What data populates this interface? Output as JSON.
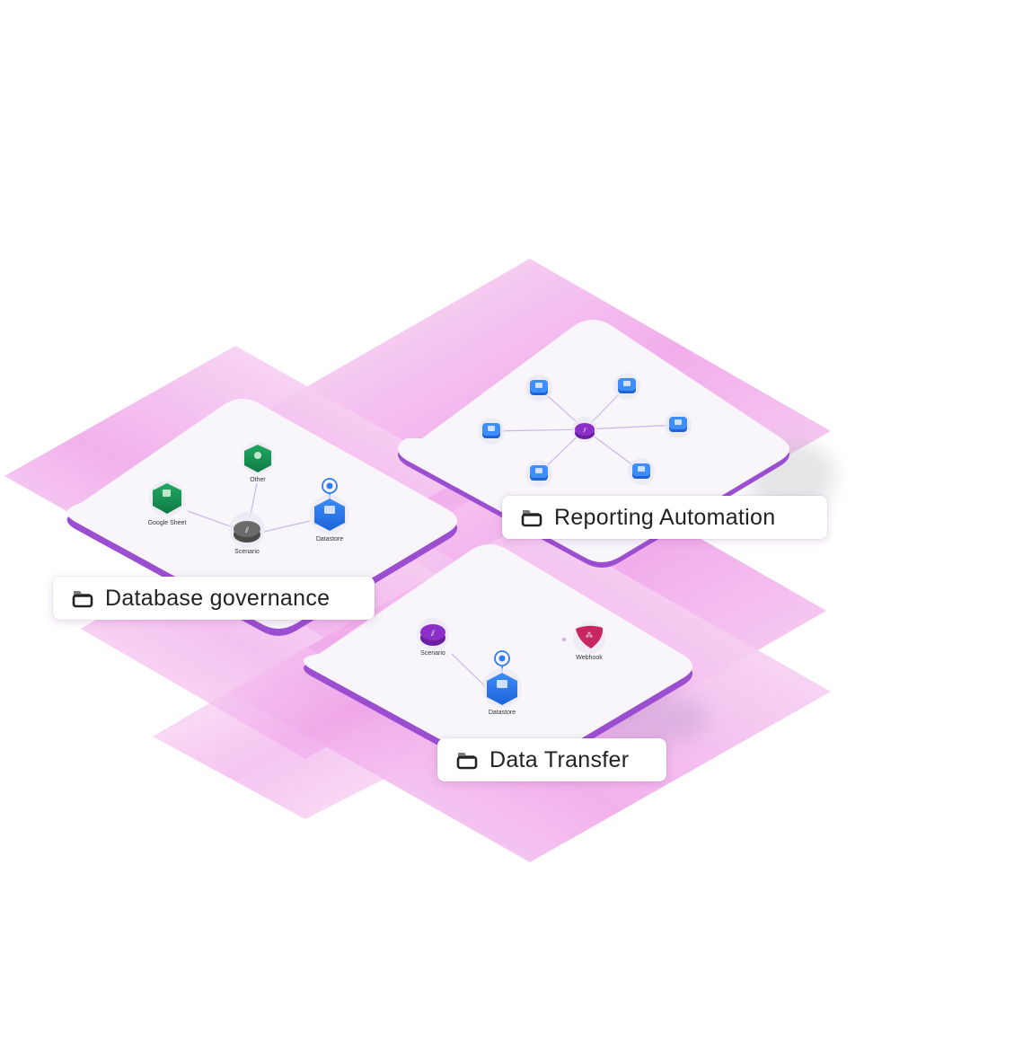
{
  "colors": {
    "background": "#ffffff",
    "grid_pink_light": "#f6d6f2",
    "grid_pink_mid": "#ec9be6",
    "card_surface": "#f8f6fa",
    "card_edge": "#9b4fd0",
    "edge_line": "#c9b6ee",
    "node_blue": "#2f7cf6",
    "node_green": "#17995a",
    "node_gray": "#6b6b6b",
    "node_purple": "#8c2fc9",
    "node_red": "#c92660",
    "label_text": "#232323"
  },
  "icons": {
    "folder": "folder-icon",
    "scenario": "make-logo-icon",
    "datastore": "database-icon",
    "google_sheet": "sheet-icon",
    "other": "cloud-app-icon",
    "webhook": "webhook-icon",
    "pin": "location-pin-icon"
  },
  "panels": {
    "database_governance": {
      "title": "Database governance",
      "nodes": {
        "google_sheet": "Google Sheet",
        "other": "Other",
        "scenario": "Scenario",
        "datastore": "Datastore"
      }
    },
    "reporting_automation": {
      "title": "Reporting Automation",
      "hub": "Scenario",
      "spoke_count": 6
    },
    "data_transfer": {
      "title": "Data Transfer",
      "nodes": {
        "scenario": "Scenario",
        "datastore": "Datastore",
        "webhook": "Webhook"
      }
    }
  }
}
